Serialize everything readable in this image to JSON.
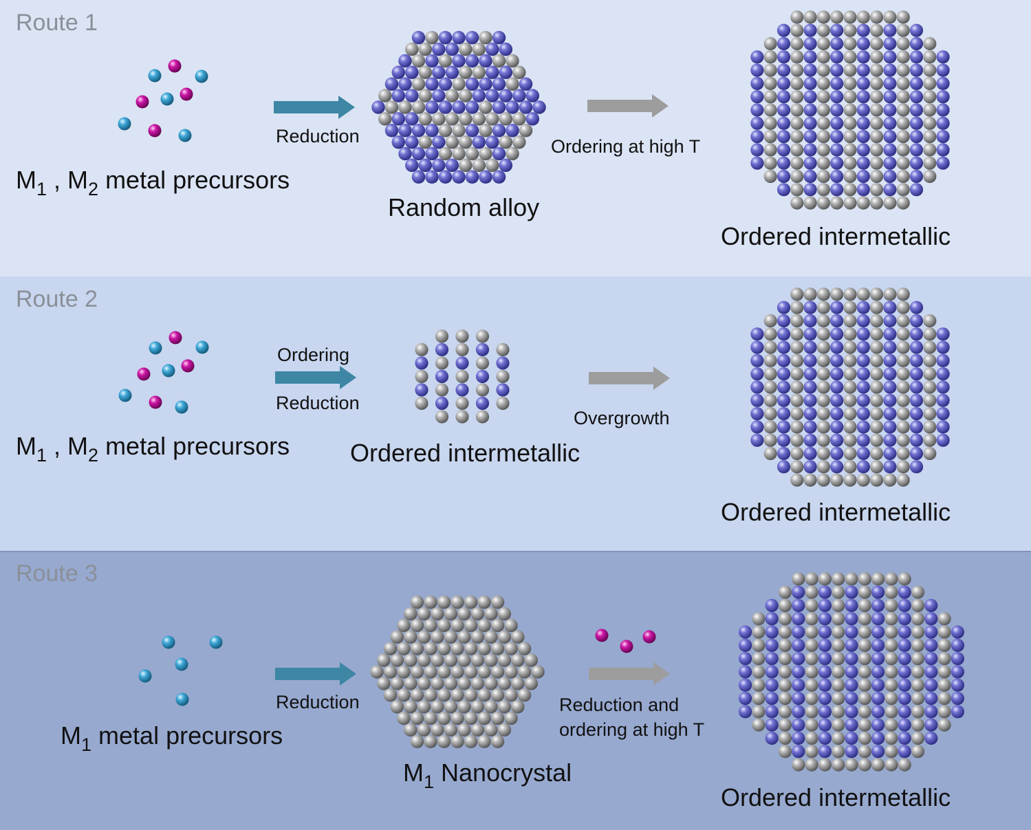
{
  "colors": {
    "panel1": "#dbe4f4",
    "panel2": "#c8d6ef",
    "panel3": "#97a9cf",
    "arrow_blue": "#3d86a4",
    "arrow_gray": "#9d9d9d",
    "atom_cyan": "#3a9fd0",
    "atom_magenta": "#c4139f",
    "atom_blue": "#6262c2",
    "atom_gray": "#8a8a8a"
  },
  "routes": [
    {
      "title": "Route 1",
      "precursor": {
        "sym": "M",
        "sub1": "1",
        "mid": " , M",
        "sub2": "2",
        "rest": " metal precursors"
      },
      "step1_label": "Reduction",
      "intermediate": {
        "label": "Random alloy"
      },
      "step2_label": "Ordering at high T",
      "product": "Ordered intermetallic"
    },
    {
      "title": "Route 2",
      "precursor": {
        "sym": "M",
        "sub1": "1",
        "mid": " , M",
        "sub2": "2",
        "rest": " metal precursors"
      },
      "step1_label_top": "Ordering",
      "step1_label_bottom": "Reduction",
      "intermediate": {
        "label": "Ordered intermetallic"
      },
      "step2_label": "Overgrowth",
      "product": "Ordered intermetallic"
    },
    {
      "title": "Route 3",
      "precursor": {
        "sym": "M",
        "sub1": "1",
        "rest": " metal precursors"
      },
      "step1_label": "Reduction",
      "intermediate": {
        "sym": "M",
        "sub": "1",
        "rest": " Nanocrystal"
      },
      "step2_label_line1": "Reduction and",
      "step2_label_line2": "ordering at high T",
      "product": "Ordered intermetallic"
    }
  ]
}
